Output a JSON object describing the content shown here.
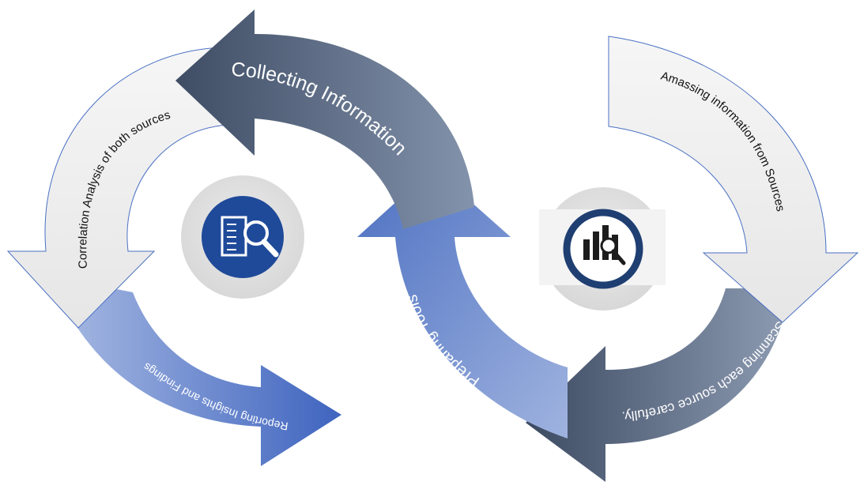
{
  "steps": {
    "collecting": "Collecting Information",
    "amassing": "Amassing information from Sources",
    "scanning": "Scanning each source carefully.",
    "preparing": "Preparing Tools",
    "correlation": "Correlation Analysis of both sources",
    "reporting": "Reporting Insights and  Findings"
  },
  "icons": {
    "left": "document-search-icon",
    "right": "chart-magnifier-icon"
  },
  "colors": {
    "dark_slate": "#4a5a75",
    "mid_slate": "#7a8aa2",
    "blue": "#4a70c4",
    "light_blue": "#8fa7d8",
    "light_gray": "#eeeeee",
    "outline_blue": "#4a70c4",
    "icon_navy": "#1f4a9a"
  }
}
